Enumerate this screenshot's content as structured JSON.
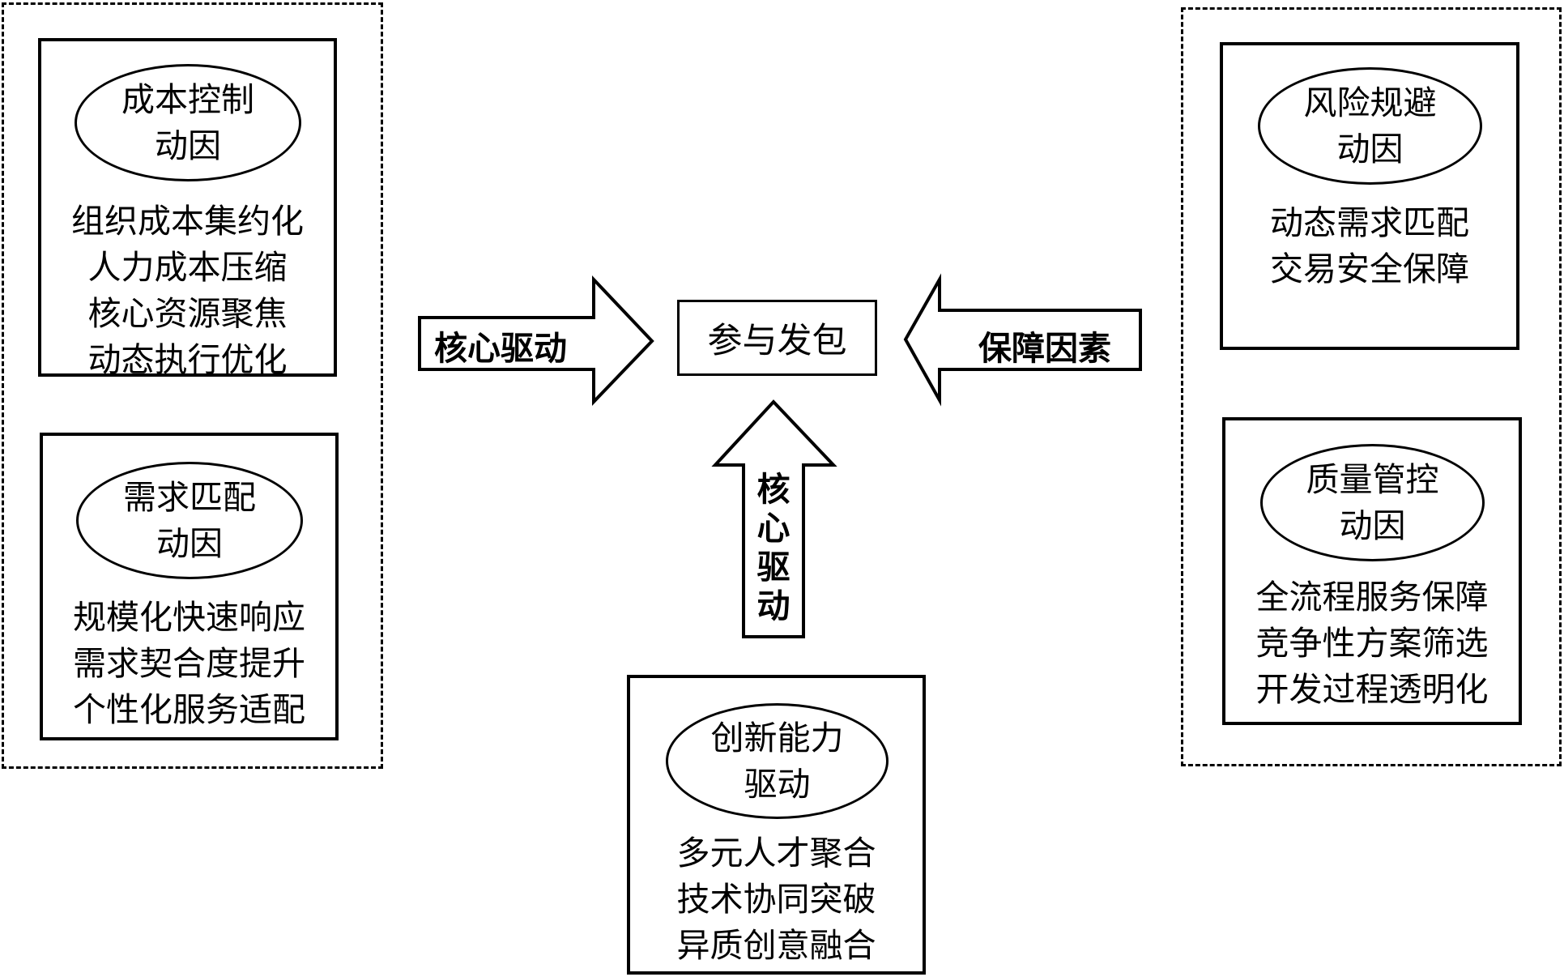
{
  "center": {
    "label": "参与发包"
  },
  "arrows": {
    "left": "核心驱动",
    "right": "保障因素",
    "bottom": "核心驱动"
  },
  "left_group": {
    "cost": {
      "title_line1": "成本控制",
      "title_line2": "动因",
      "items": [
        "组织成本集约化",
        "人力成本压缩",
        "核心资源聚焦",
        "动态执行优化"
      ]
    },
    "demand": {
      "title_line1": "需求匹配",
      "title_line2": "动因",
      "items": [
        "规模化快速响应",
        "需求契合度提升",
        "个性化服务适配"
      ]
    }
  },
  "right_group": {
    "risk": {
      "title_line1": "风险规避",
      "title_line2": "动因",
      "items": [
        "动态需求匹配",
        "交易安全保障"
      ]
    },
    "quality": {
      "title_line1": "质量管控",
      "title_line2": "动因",
      "items": [
        "全流程服务保障",
        "竞争性方案筛选",
        "开发过程透明化"
      ]
    }
  },
  "bottom_group": {
    "innovation": {
      "title_line1": "创新能力",
      "title_line2": "驱动",
      "items": [
        "多元人才聚合",
        "技术协同突破",
        "异质创意融合"
      ]
    }
  }
}
